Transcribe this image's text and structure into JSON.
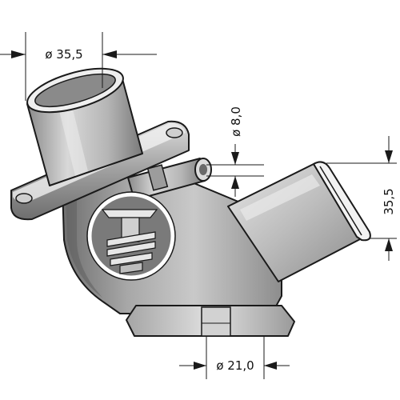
{
  "dimensions": {
    "top_pipe_diameter": "ø 35,5",
    "sensor_port_diameter": "ø 8,0",
    "side_pipe_size": "35,5",
    "base_outlet_diameter": "ø 21,0"
  },
  "colors": {
    "metal_light": "#e4e4e4",
    "metal_mid": "#a9a9a9",
    "metal_dark": "#6d6d6d",
    "outline": "#1a1a1a"
  }
}
